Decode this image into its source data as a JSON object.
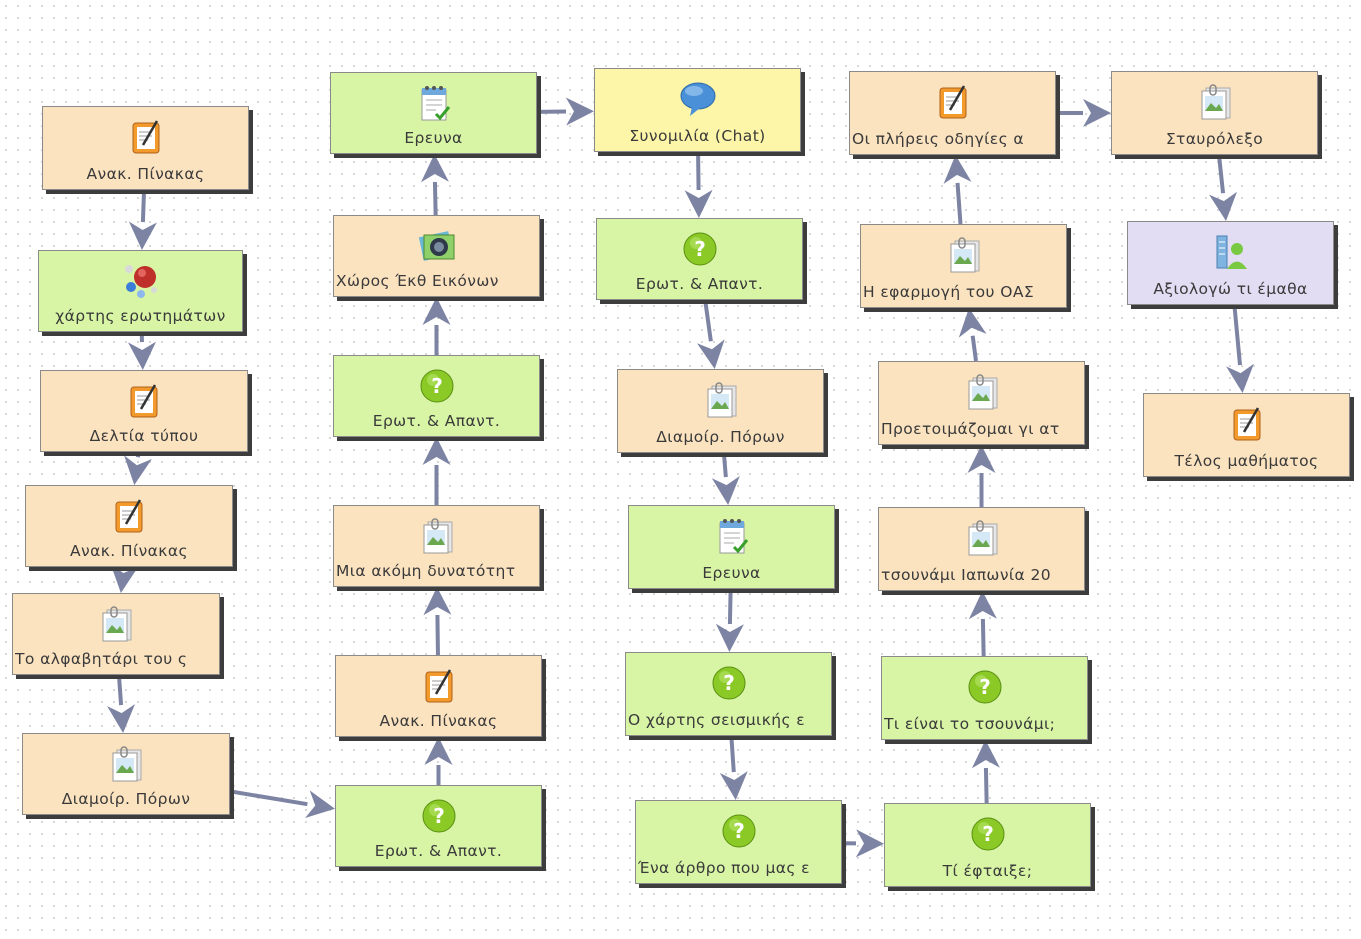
{
  "nodes": [
    {
      "id": "n1",
      "type": "board",
      "label": "Ανακ. Πίνακας"
    },
    {
      "id": "n2",
      "type": "map",
      "label": "χάρτης ερωτημάτων"
    },
    {
      "id": "n3",
      "type": "board",
      "label": "Δελτία τύπου"
    },
    {
      "id": "n4",
      "type": "board",
      "label": "Ανακ. Πίνακας"
    },
    {
      "id": "n5",
      "type": "res",
      "label": "Το αλφαβητάρι του ς",
      "align": "left"
    },
    {
      "id": "n6",
      "type": "res",
      "label": "Διαμοίρ. Πόρων"
    },
    {
      "id": "n7",
      "type": "qa",
      "label": "Ερωτ. & Απαντ."
    },
    {
      "id": "n8",
      "type": "board",
      "label": "Ανακ. Πίνακας"
    },
    {
      "id": "n9",
      "type": "res",
      "label": "Μια ακόμη δυνατότητ",
      "align": "left"
    },
    {
      "id": "n10",
      "type": "qa",
      "label": "Ερωτ. & Απαντ."
    },
    {
      "id": "n11",
      "type": "gallery",
      "label": "Χώρος Έκθ Εικόνων",
      "align": "left"
    },
    {
      "id": "n12",
      "type": "research",
      "label": "Ερευνα"
    },
    {
      "id": "n13",
      "type": "chat",
      "label": "Συνομιλία (Chat)"
    },
    {
      "id": "n14",
      "type": "qa",
      "label": "Ερωτ. & Απαντ."
    },
    {
      "id": "n15",
      "type": "res",
      "label": "Διαμοίρ. Πόρων"
    },
    {
      "id": "n16",
      "type": "research",
      "label": "Ερευνα"
    },
    {
      "id": "n17",
      "type": "qa",
      "label": "Ο χάρτης σεισμικής ε",
      "align": "left"
    },
    {
      "id": "n18",
      "type": "qa",
      "label": "Ένα άρθρο που μας ε",
      "align": "left"
    },
    {
      "id": "n19",
      "type": "qa",
      "label": "Τί έφταιξε;"
    },
    {
      "id": "n20",
      "type": "qa",
      "label": "Τι είναι το τσουνάμι;",
      "align": "left"
    },
    {
      "id": "n21",
      "type": "res",
      "label": "τσουνάμι Ιαπωνία 20",
      "align": "left"
    },
    {
      "id": "n22",
      "type": "res",
      "label": "Προετοιμάζομαι γι ατ",
      "align": "left"
    },
    {
      "id": "n23",
      "type": "res",
      "label": "Η εφαρμογή του ΟΑΣ",
      "align": "left"
    },
    {
      "id": "n24",
      "type": "board",
      "label": "Οι πλήρεις οδηγίες α",
      "align": "left"
    },
    {
      "id": "n25",
      "type": "res",
      "label": "Σταυρόλεξο"
    },
    {
      "id": "n26",
      "type": "survey",
      "label": "Αξιολογώ τι έμαθα"
    },
    {
      "id": "n27",
      "type": "board",
      "label": "Τέλος μαθήματος"
    }
  ],
  "edges": [
    [
      "n1",
      "n2"
    ],
    [
      "n2",
      "n3"
    ],
    [
      "n3",
      "n4"
    ],
    [
      "n4",
      "n5"
    ],
    [
      "n5",
      "n6"
    ],
    [
      "n6",
      "n7"
    ],
    [
      "n7",
      "n8"
    ],
    [
      "n8",
      "n9"
    ],
    [
      "n9",
      "n10"
    ],
    [
      "n10",
      "n11"
    ],
    [
      "n11",
      "n12"
    ],
    [
      "n12",
      "n13"
    ],
    [
      "n13",
      "n14"
    ],
    [
      "n14",
      "n15"
    ],
    [
      "n15",
      "n16"
    ],
    [
      "n16",
      "n17"
    ],
    [
      "n17",
      "n18"
    ],
    [
      "n18",
      "n19"
    ],
    [
      "n19",
      "n20"
    ],
    [
      "n20",
      "n21"
    ],
    [
      "n21",
      "n22"
    ],
    [
      "n22",
      "n23"
    ],
    [
      "n23",
      "n24"
    ],
    [
      "n24",
      "n25"
    ],
    [
      "n25",
      "n26"
    ],
    [
      "n26",
      "n27"
    ]
  ],
  "colors": {
    "edge": "#7d83a3",
    "board_bg": "#fbe3c0",
    "green_bg": "#d8f5a6",
    "chat_bg": "#fdf6a8",
    "survey_bg": "#e2ddf3"
  },
  "icons": {
    "board": "notepad-icon",
    "res": "image-resource-icon",
    "qa": "question-icon",
    "research": "checklist-icon",
    "chat": "chat-bubble-icon",
    "survey": "survey-person-icon",
    "map": "molecule-map-icon",
    "gallery": "gallery-icon"
  }
}
